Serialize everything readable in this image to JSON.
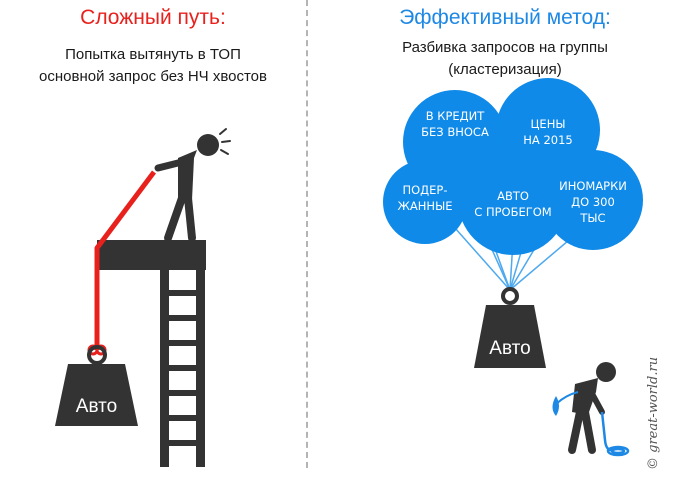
{
  "left_panel": {
    "title": "Сложный путь:",
    "subtitle_line1": "Попытка вытянуть в ТОП",
    "subtitle_line2": "основной запрос без НЧ хвостов",
    "weight_label": "Авто",
    "title_color": "#e8211d",
    "rope_color": "#e8211d"
  },
  "right_panel": {
    "title": "Эффективный метод:",
    "subtitle_line1": "Разбивка запросов на группы",
    "subtitle_line2": "(кластеризация)",
    "title_color": "#1e88e5",
    "balloon_color": "#0f8ae8",
    "weight_label": "Авто",
    "balloons": [
      {
        "line1": "В КРЕДИТ",
        "line2": "БЕЗ ВНОСА",
        "line3": ""
      },
      {
        "line1": "ЦЕНЫ",
        "line2": "НА 2015",
        "line3": ""
      },
      {
        "line1": "ПОДЕР-",
        "line2": "ЖАННЫЕ",
        "line3": ""
      },
      {
        "line1": "АВТО",
        "line2": "С ПРОБЕГОМ",
        "line3": ""
      },
      {
        "line1": "ИНОМАРКИ",
        "line2": "ДО 300",
        "line3": "ТЫС"
      }
    ]
  },
  "watermark": "© great-world.ru",
  "figure_color": "#333333"
}
